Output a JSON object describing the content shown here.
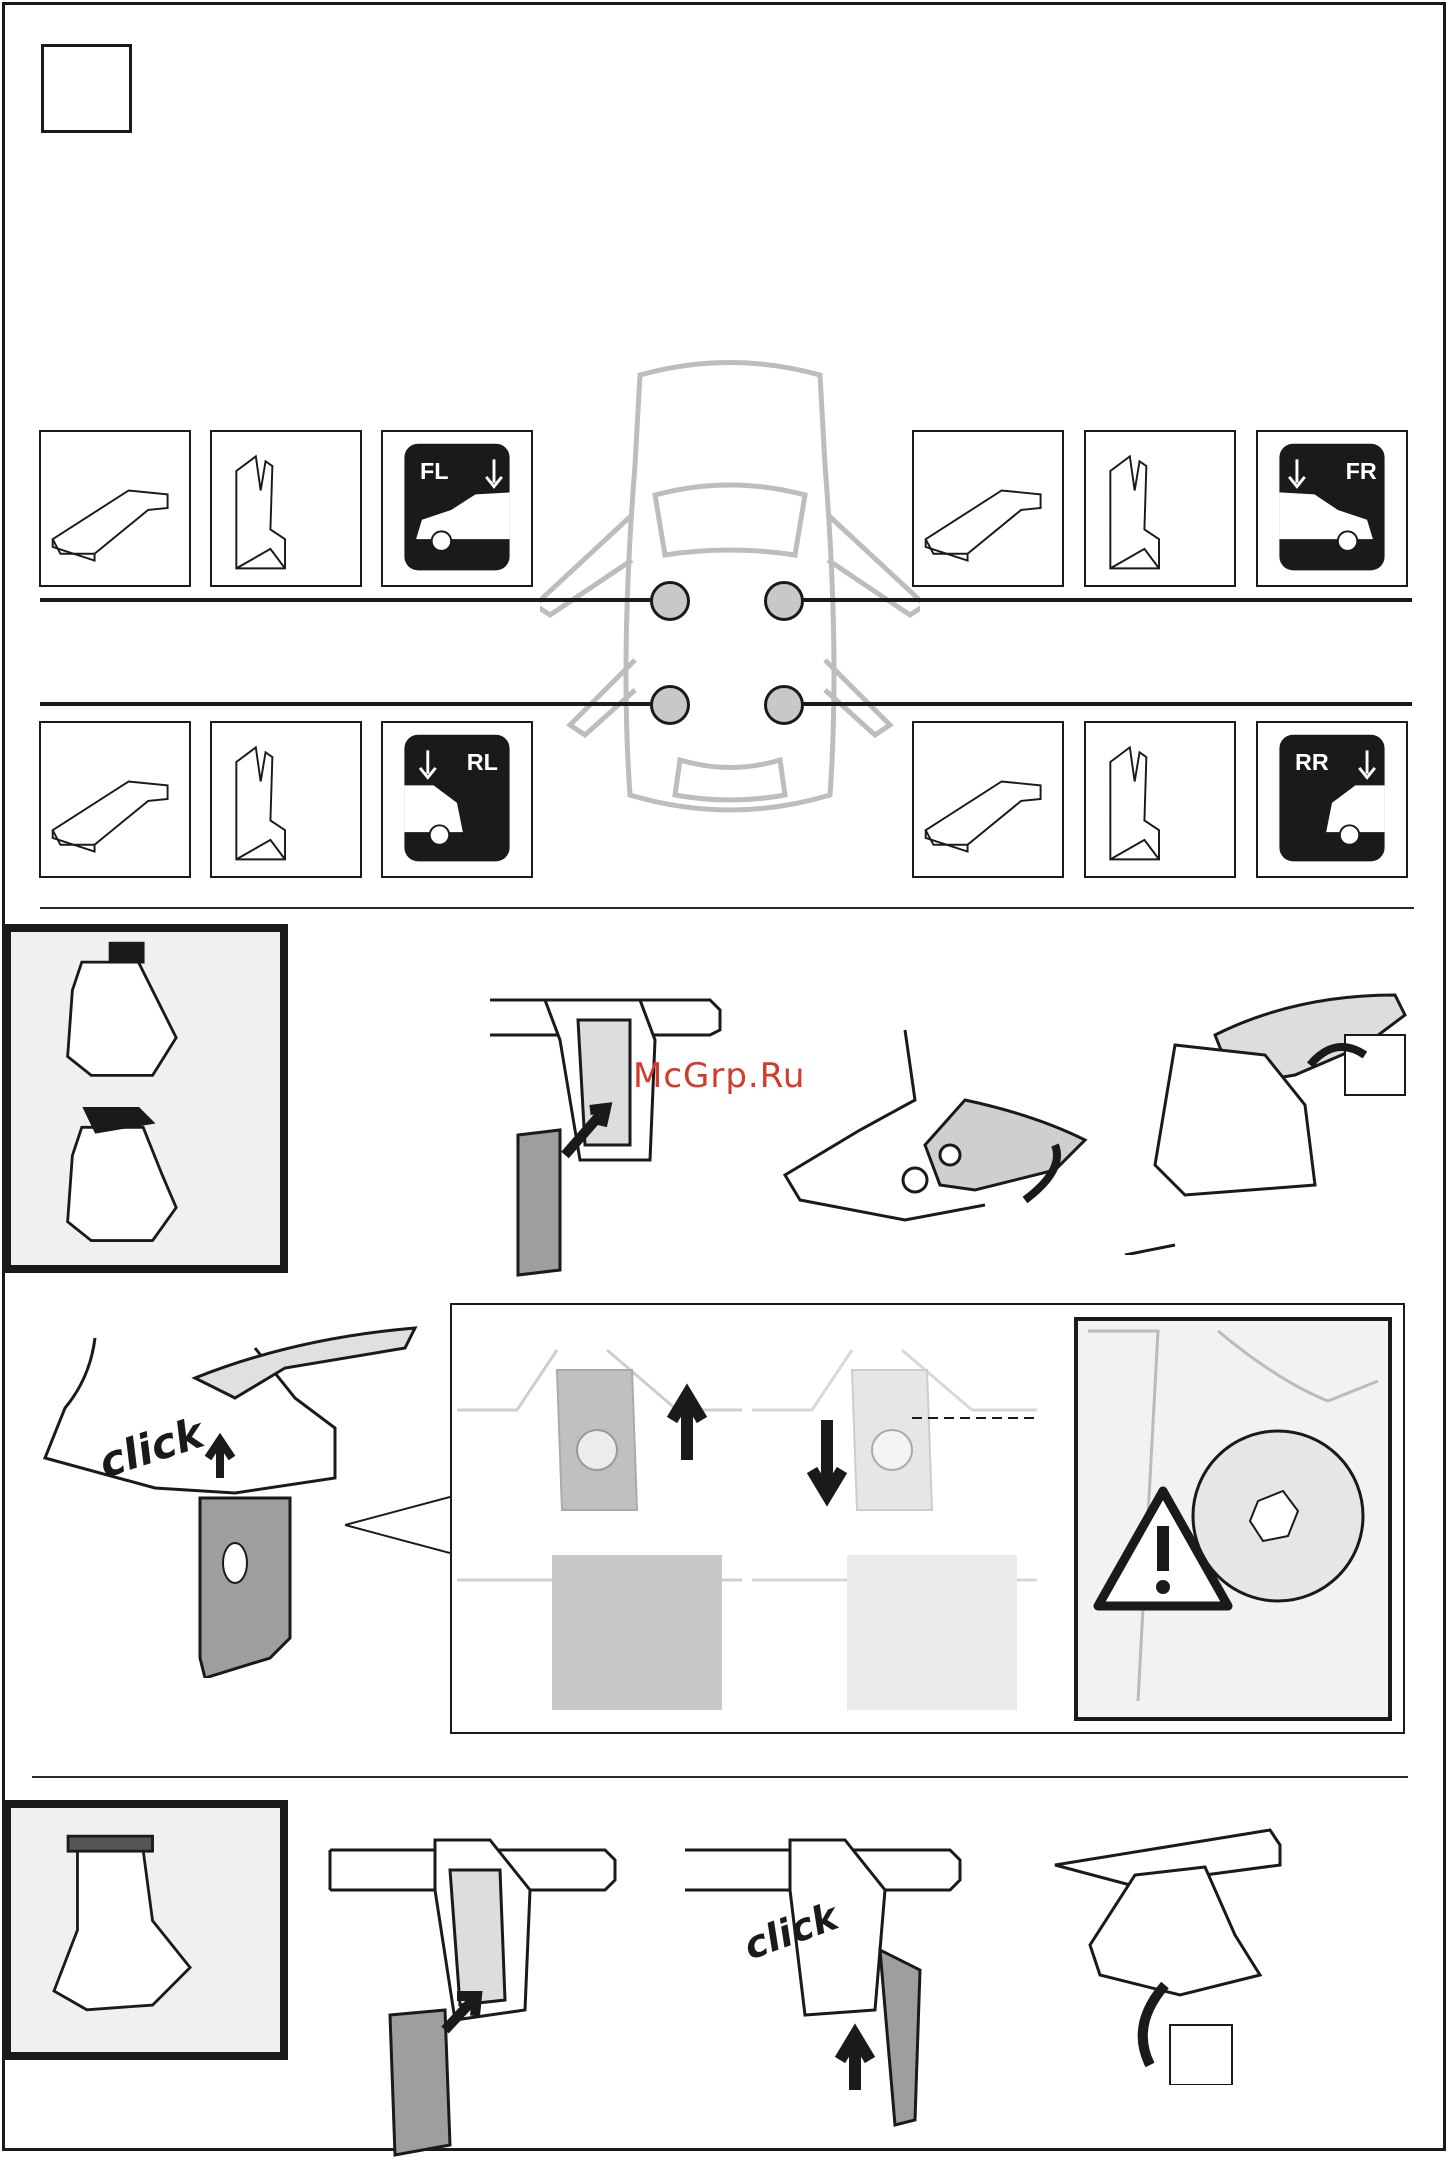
{
  "watermark": "McGrp.Ru",
  "positions": {
    "front_left": "FL",
    "front_right": "FR",
    "rear_left": "RL",
    "rear_right": "RR"
  },
  "callouts": {
    "click_1": "click",
    "click_2": "click"
  },
  "colors": {
    "ink": "#1a1a1a",
    "panel": "#f0f0f0",
    "dot": "#c8c8c8",
    "watermark": "#d43a2c"
  },
  "icons": [
    "pad-icon",
    "clamp-icon",
    "car-position-icon",
    "warning-triangle-icon",
    "arrow-icon"
  ]
}
